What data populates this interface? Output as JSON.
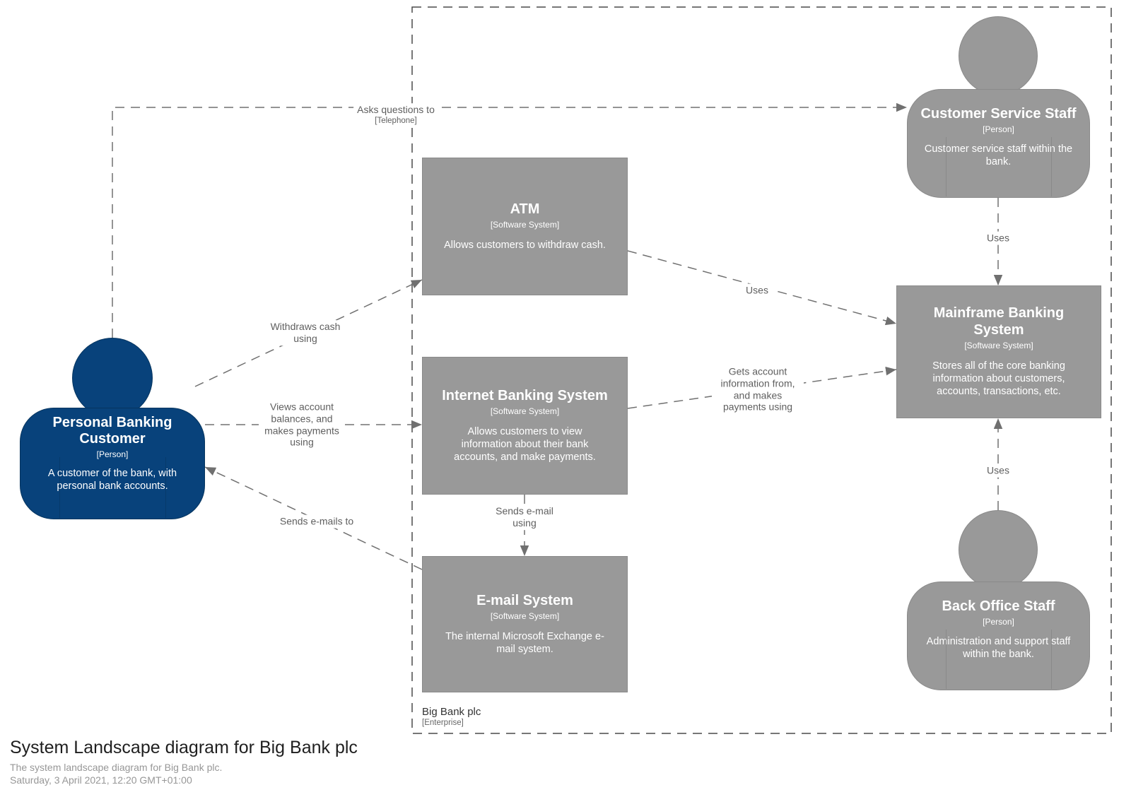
{
  "diagram": {
    "title": "System Landscape diagram for Big Bank plc",
    "subtitle": "The system landscape diagram for Big Bank plc.",
    "timestamp": "Saturday, 3 April 2021, 12:20 GMT+01:00"
  },
  "boundary": {
    "name": "Big Bank plc",
    "meta": "[Enterprise]"
  },
  "elements": {
    "personal_banking_customer": {
      "name": "Personal Banking Customer",
      "meta": "[Person]",
      "description": "A customer of the bank, with personal bank accounts."
    },
    "customer_service_staff": {
      "name": "Customer Service Staff",
      "meta": "[Person]",
      "description": "Customer service staff within the bank."
    },
    "back_office_staff": {
      "name": "Back Office Staff",
      "meta": "[Person]",
      "description": "Administration and support staff within the bank."
    },
    "atm": {
      "name": "ATM",
      "meta": "[Software System]",
      "description": "Allows customers to withdraw cash."
    },
    "internet_banking_system": {
      "name": "Internet Banking System",
      "meta": "[Software System]",
      "description": "Allows customers to view information about their bank accounts, and make payments."
    },
    "email_system": {
      "name": "E-mail System",
      "meta": "[Software System]",
      "description": "The internal Microsoft Exchange e-mail system."
    },
    "mainframe_banking_system": {
      "name": "Mainframe Banking System",
      "meta": "[Software System]",
      "description": "Stores all of the core banking information about customers, accounts, transactions, etc."
    }
  },
  "relationships": {
    "asks_questions": {
      "label": "Asks questions to",
      "meta": "[Telephone]"
    },
    "withdraws_cash": {
      "label": "Withdraws cash using"
    },
    "views_account": {
      "label": "Views account balances, and makes payments using"
    },
    "sends_emails_to": {
      "label": "Sends e-mails to"
    },
    "sends_email_using": {
      "label": "Sends e-mail using"
    },
    "atm_uses": {
      "label": "Uses"
    },
    "gets_account_info": {
      "label": "Gets account information from, and makes payments using"
    },
    "customer_service_uses": {
      "label": "Uses"
    },
    "back_office_uses": {
      "label": "Uses"
    }
  },
  "colors": {
    "person_blue": "#08427b",
    "person_blue_border": "#06355f",
    "system_gray": "#999999",
    "system_gray_border": "#8a8a8a",
    "relationship_line": "#707070",
    "boundary_line": "#4a4a4a"
  }
}
